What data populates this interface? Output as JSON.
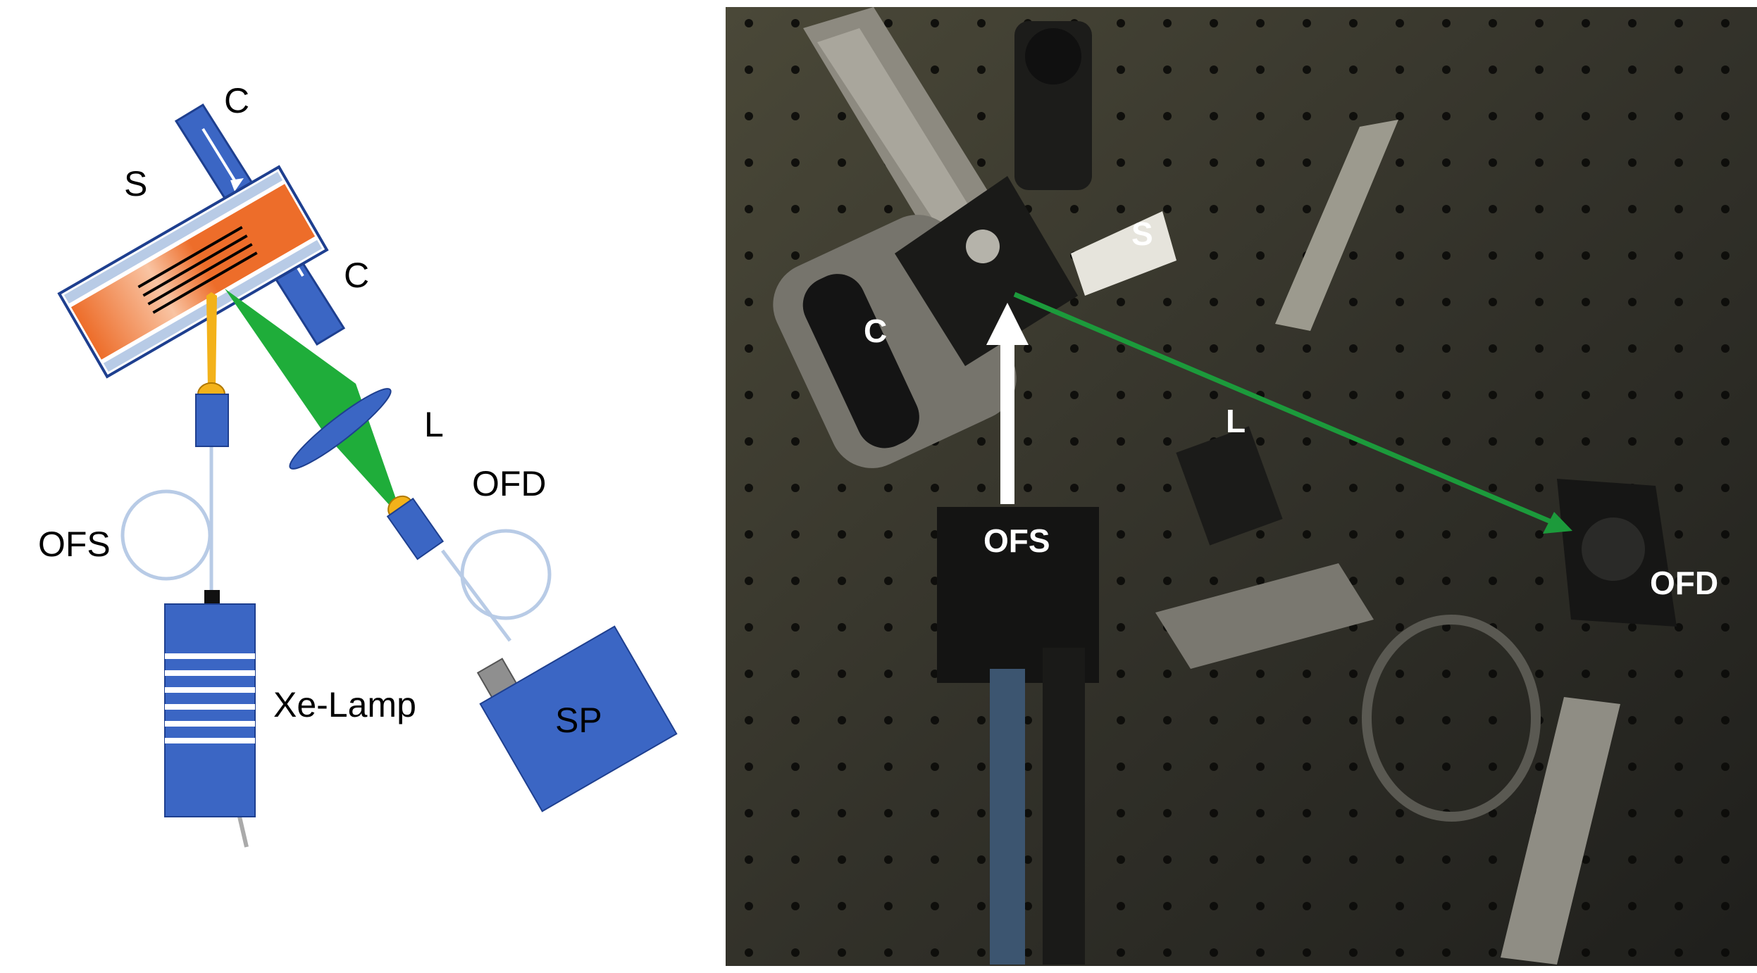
{
  "schematic": {
    "labels": {
      "cooler_top": "C",
      "sample": "S",
      "cooler_bottom": "C",
      "lens": "L",
      "ofd": "OFD",
      "ofs": "OFS",
      "lamp": "Xe-Lamp",
      "spectrometer": "SP"
    }
  },
  "photo": {
    "labels": {
      "sample": "S",
      "cooler": "C",
      "lens": "L",
      "ofs": "OFS",
      "ofd": "OFD"
    },
    "excitation_arrow_color": "#ffffff",
    "detection_beam_color": "#1c9a3b"
  },
  "colors": {
    "component_blue": "#3b66c4",
    "component_stroke": "#1e3f8f",
    "sample_orange": "#ed6d2a",
    "fiber": "#b8cbe6",
    "beam_green": "#1fad3a",
    "illumination_yellow": "#f3b21a"
  }
}
